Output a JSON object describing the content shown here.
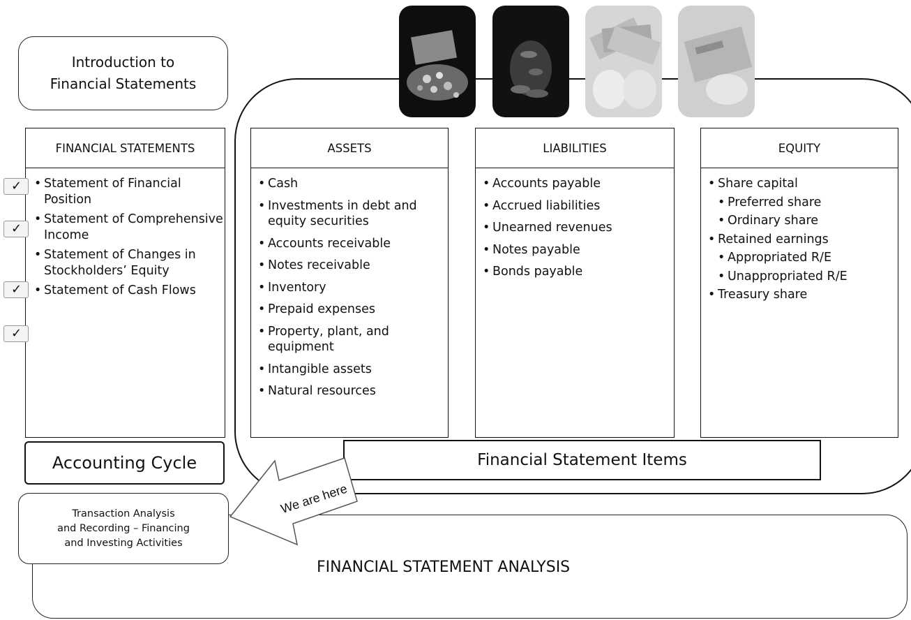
{
  "intro": {
    "text": "Introduction to\nFinancial Statements"
  },
  "financial_statements": {
    "title": "FINANCIAL STATEMENTS",
    "check_glyph": "✓",
    "items": [
      "Statement of Financial Position",
      "Statement of Comprehensive Income",
      "Statement of Changes in Stockholders’ Equity",
      "Statement of Cash Flows"
    ]
  },
  "columns": {
    "assets": {
      "title": "ASSETS",
      "items": [
        "Cash",
        "Investments in debt and equity securities",
        "Accounts receivable",
        "Notes receivable",
        "Inventory",
        "Prepaid expenses",
        "Property, plant, and equipment",
        "Intangible assets",
        "Natural resources"
      ]
    },
    "liabilities": {
      "title": "LIABILITIES",
      "items": [
        "Accounts payable",
        "Accrued liabilities",
        "Unearned revenues",
        "Notes payable",
        "Bonds payable"
      ]
    },
    "equity": {
      "title": "EQUITY",
      "items": [
        "Share capital",
        "Preferred share",
        "Ordinary share",
        "Retained earnings",
        "Appropriated R/E",
        "Unappropriated R/E",
        "Treasury share"
      ]
    }
  },
  "accounting_cycle": "Accounting Cycle",
  "financial_statement_items": "Financial Statement Items",
  "arrow_label": "We are here",
  "transaction_box": "Transaction Analysis\nand Recording – Financing\nand Investing Activities",
  "analysis_label": "FINANCIAL STATEMENT ANALYSIS",
  "photos": [
    "treasure-chest-photo",
    "stacked-coins-photo",
    "fanned-banknotes-photo",
    "banknote-closeup-photo"
  ]
}
